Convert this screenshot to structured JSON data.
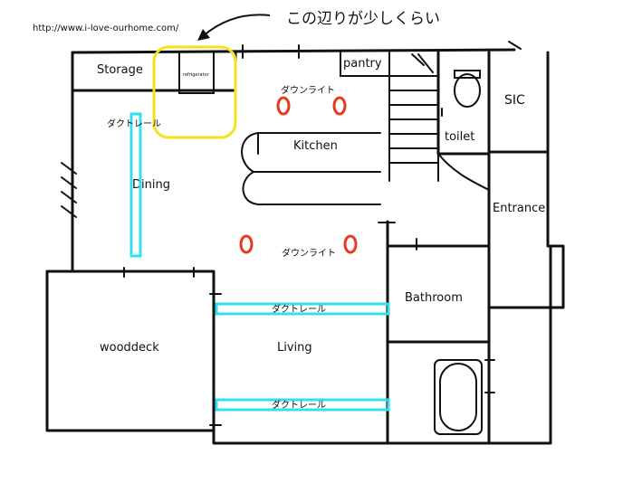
{
  "source_url": "http://www.i-love-ourhome.com/",
  "annotation": "この辺りが少しくらい",
  "rooms": {
    "storage": "Storage",
    "refrigerator": "refrigerator",
    "pantry": "pantry",
    "kitchen": "Kitchen",
    "dining": "Dining",
    "toilet": "toilet",
    "sic": "SIC",
    "entrance": "Entrance",
    "bathroom": "Bathroom",
    "wooddeck": "wooddeck",
    "living": "Living"
  },
  "fixtures": {
    "downlight_label": "ダウンライト",
    "duct_rail_label": "ダクトレール"
  },
  "colors": {
    "highlight": "#f5e21b",
    "duct_rail": "#2fe0f0",
    "downlight": "#e8391f",
    "ink": "#111111"
  }
}
